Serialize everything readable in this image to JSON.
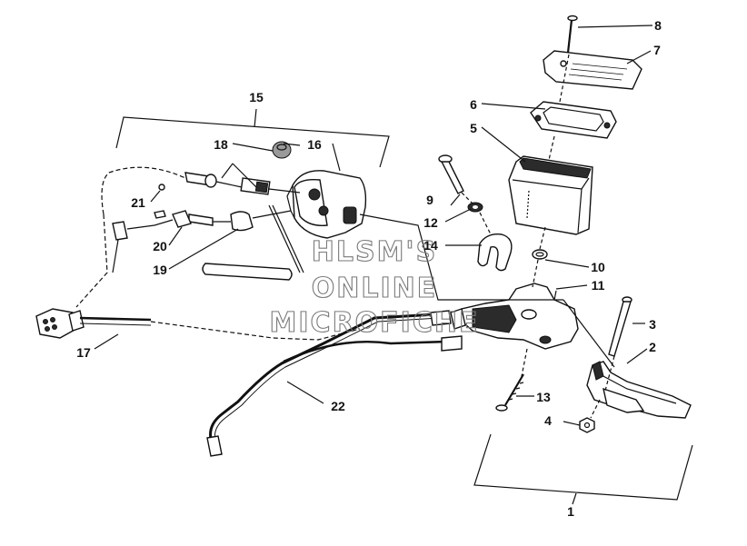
{
  "watermark": {
    "line1": "HLSM'S",
    "line2": "ONLINE",
    "line3": "MICROFICHE"
  },
  "callouts": {
    "c1": "1",
    "c2": "2",
    "c3": "3",
    "c4": "4",
    "c5": "5",
    "c6": "6",
    "c7": "7",
    "c8": "8",
    "c9": "9",
    "c10": "10",
    "c11": "11",
    "c12": "12",
    "c13": "13",
    "c14": "14",
    "c15": "15",
    "c16": "16",
    "c17": "17",
    "c18": "18",
    "c19": "19",
    "c20": "20",
    "c21": "21",
    "c22": "22"
  }
}
